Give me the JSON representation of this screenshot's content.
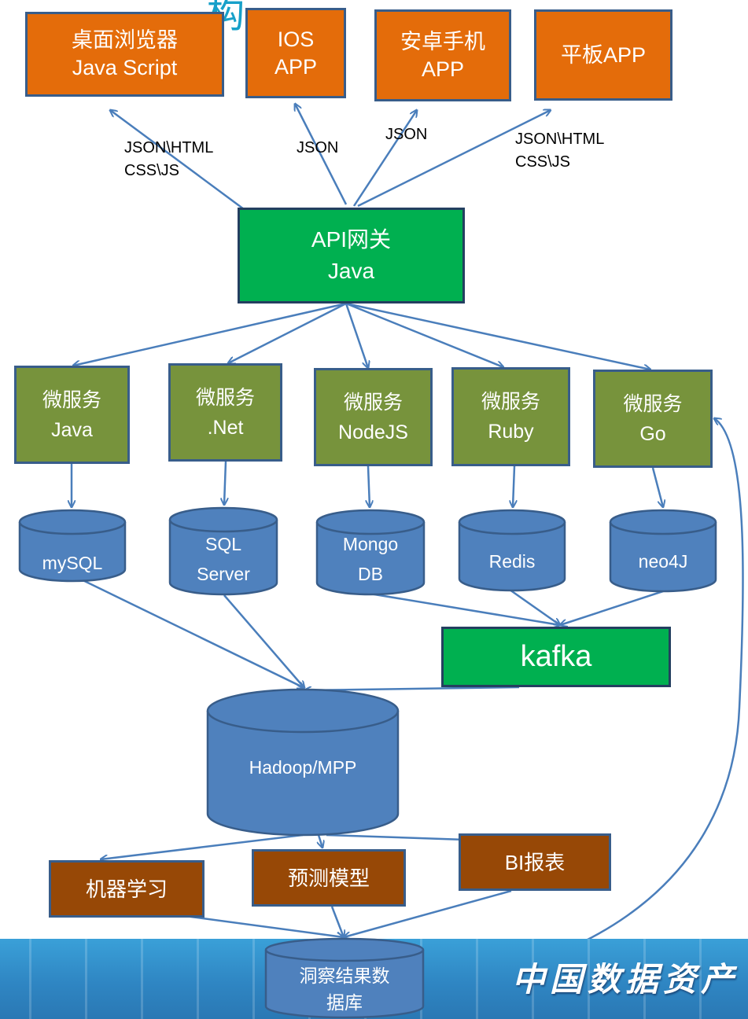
{
  "title_fragment": "构",
  "clients": [
    {
      "line1": "桌面浏览器",
      "line2": "Java Script"
    },
    {
      "line1": "IOS",
      "line2": "APP"
    },
    {
      "line1": "安卓手机",
      "line2": "APP"
    },
    {
      "line1": "平板APP",
      "line2": ""
    }
  ],
  "protocols": [
    {
      "line1": "JSON\\HTML",
      "line2": "CSS\\JS"
    },
    {
      "line1": "JSON",
      "line2": ""
    },
    {
      "line1": "JSON",
      "line2": ""
    },
    {
      "line1": "JSON\\HTML",
      "line2": "CSS\\JS"
    }
  ],
  "gateway": {
    "line1": "API网关",
    "line2": "Java"
  },
  "services": [
    {
      "line1": "微服务",
      "line2": "Java"
    },
    {
      "line1": "微服务",
      "line2": ".Net"
    },
    {
      "line1": "微服务",
      "line2": "NodeJS"
    },
    {
      "line1": "微服务",
      "line2": "Ruby"
    },
    {
      "line1": "微服务",
      "line2": "Go"
    }
  ],
  "databases": [
    {
      "line1": "mySQL",
      "line2": ""
    },
    {
      "line1": "SQL",
      "line2": "Server"
    },
    {
      "line1": "Mongo",
      "line2": "DB"
    },
    {
      "line1": "Redis",
      "line2": ""
    },
    {
      "line1": "neo4J",
      "line2": ""
    }
  ],
  "kafka": "kafka",
  "hadoop": "Hadoop/MPP",
  "applications": [
    "机器学习",
    "预测模型",
    "BI报表"
  ],
  "results_db": {
    "line1": "洞察结果数",
    "line2": "据库"
  },
  "banner_brand": "中国数据资产",
  "colors": {
    "client": "#e46c0a",
    "gateway": "#00b050",
    "service": "#77933c",
    "database": "#4f81bd",
    "application": "#974806",
    "arrow": "#4a7ebb",
    "banner": "#2f86c3"
  }
}
